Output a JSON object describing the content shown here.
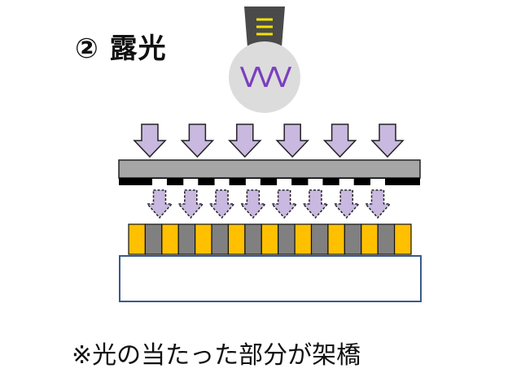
{
  "title": "② 露光",
  "caption": "※光の当たった部分が架橋",
  "lamp": {
    "symbol": "VVV",
    "icon": "light-bulb-icon",
    "bulb_color": "#dcdcdc",
    "base_color": "#4a4a4a",
    "filament_color": "#f2e200",
    "symbol_color": "#7a3fbf"
  },
  "colors": {
    "arrow_fill": "#c9b8df",
    "arrow_stroke": "#222222",
    "mask_bar": "#a6a6a6",
    "mask_pattern": "#000000",
    "exposed": "#ffc000",
    "unexposed": "#808080",
    "substrate_border": "#3b5a8a",
    "substrate_fill": "#ffffff"
  },
  "layers": {
    "large_arrows": 6,
    "mask_openings": 8,
    "small_arrows": 8,
    "resist_pattern": [
      "exposed",
      "unexposed",
      "exposed",
      "unexposed",
      "exposed",
      "unexposed",
      "exposed",
      "unexposed",
      "exposed",
      "unexposed",
      "exposed",
      "unexposed",
      "exposed",
      "unexposed",
      "exposed",
      "unexposed",
      "exposed"
    ]
  }
}
